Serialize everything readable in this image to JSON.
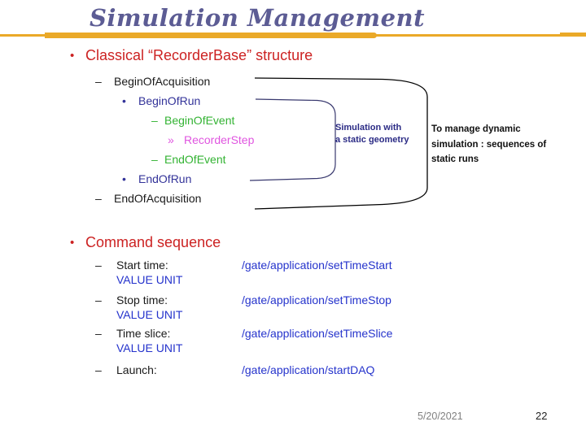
{
  "slide": {
    "title": "Simulation Management",
    "footer": {
      "date": "5/20/2021",
      "page_number": "22"
    }
  },
  "recorder_section": {
    "bullet": "•",
    "heading": "Classical “RecorderBase” structure",
    "items": [
      {
        "marker": "–",
        "label": "BeginOfAcquisition"
      },
      {
        "marker": "•",
        "label": "BeginOfRun"
      },
      {
        "marker": "–",
        "label": "BeginOfEvent"
      },
      {
        "marker": "»",
        "label": "RecorderStep"
      },
      {
        "marker": "–",
        "label": "EndOfEvent"
      },
      {
        "marker": "•",
        "label": "EndOfRun"
      },
      {
        "marker": "–",
        "label": "EndOfAcquisition"
      }
    ],
    "annotations": {
      "static_geometry_lines": [
        "Simulation with",
        "a static geometry"
      ],
      "dynamic_lines": [
        "To manage dynamic",
        "simulation :  sequences of",
        "static runs"
      ]
    }
  },
  "command_section": {
    "bullet": "•",
    "heading": "Command sequence",
    "commands": [
      {
        "marker": "–",
        "label": "Start time:",
        "value": "VALUE UNIT",
        "path": "/gate/application/setTimeStart"
      },
      {
        "marker": "–",
        "label": "Stop time:",
        "value": "VALUE UNIT",
        "path": "/gate/application/setTimeStop"
      },
      {
        "marker": "–",
        "label": "Time slice:",
        "value": "VALUE UNIT",
        "path": "/gate/application/setTimeSlice"
      },
      {
        "marker": "–",
        "label": "Launch:",
        "value": "",
        "path": "/gate/application/startDAQ"
      }
    ]
  },
  "colors": {
    "title": "#5C5C94",
    "divider_gold": "#EAA928",
    "heading_red": "#CC2222",
    "item_navy": "#333399",
    "item_green": "#33B333",
    "item_magenta": "#E055E0",
    "command_blue": "#2533CC",
    "footer_gray": "#808080"
  }
}
